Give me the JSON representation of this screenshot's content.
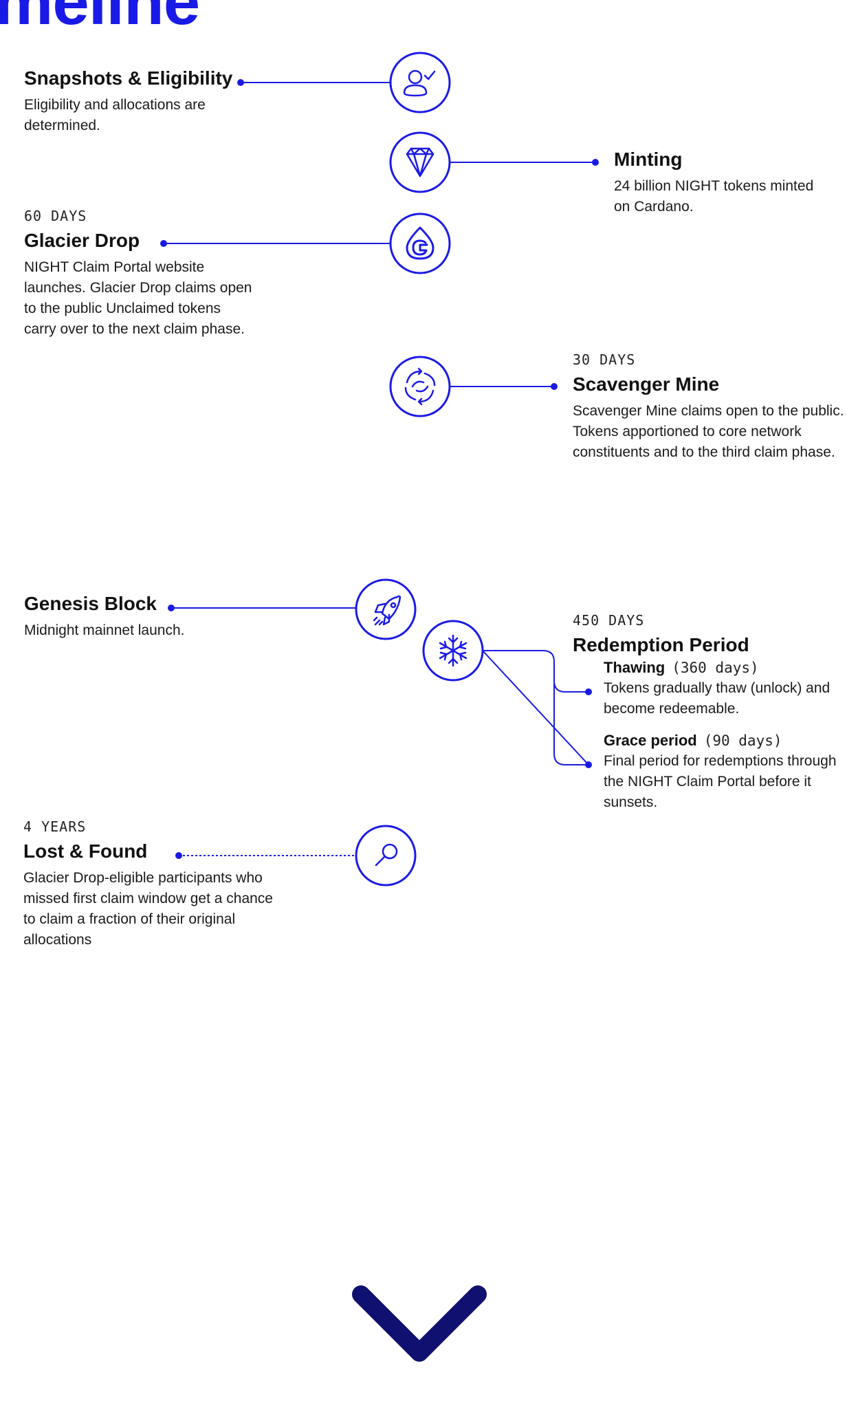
{
  "page": {
    "title": "meline"
  },
  "colors": {
    "accent": "#1a1ae6",
    "line_end": "#101070",
    "text": "#111111"
  },
  "events": [
    {
      "id": "snapshots",
      "duration": "",
      "title": "Snapshots & Eligibility",
      "description": "Eligibility and allocations are determined.",
      "icon": "user-check-icon"
    },
    {
      "id": "minting",
      "duration": "",
      "title": "Minting",
      "description": "24 billion NIGHT tokens minted on Cardano.",
      "icon": "diamond-icon"
    },
    {
      "id": "glacier",
      "duration": "60 DAYS",
      "title": "Glacier Drop",
      "description": "NIGHT Claim Portal website launches. Glacier Drop claims open to the public Unclaimed tokens carry over to the next claim phase.",
      "icon": "glacier-logo-icon"
    },
    {
      "id": "scavenger",
      "duration": "30 DAYS",
      "title": "Scavenger Mine",
      "description": "Scavenger Mine claims open to the public. Tokens apportioned to core network constituents and to the third claim phase.",
      "icon": "swirl-icon"
    },
    {
      "id": "genesis",
      "duration": "",
      "title": "Genesis Block",
      "description": "Midnight mainnet launch.",
      "icon": "rocket-icon"
    },
    {
      "id": "redemption",
      "duration": "450 DAYS",
      "title": "Redemption Period",
      "description": "",
      "icon": "snowflake-icon",
      "sub_phases": [
        {
          "name": "Thawing",
          "duration": "(360 days)",
          "description": "Tokens gradually thaw (unlock) and become redeemable."
        },
        {
          "name": "Grace period",
          "duration": "(90 days)",
          "description": "Final period for redemptions through the NIGHT Claim Portal before it sunsets."
        }
      ]
    },
    {
      "id": "lostfound",
      "duration": "4 YEARS",
      "title": "Lost & Found",
      "description": "Glacier Drop-eligible participants who missed first claim window get a chance to claim a fraction of their original allocations",
      "icon": "search-icon"
    }
  ]
}
